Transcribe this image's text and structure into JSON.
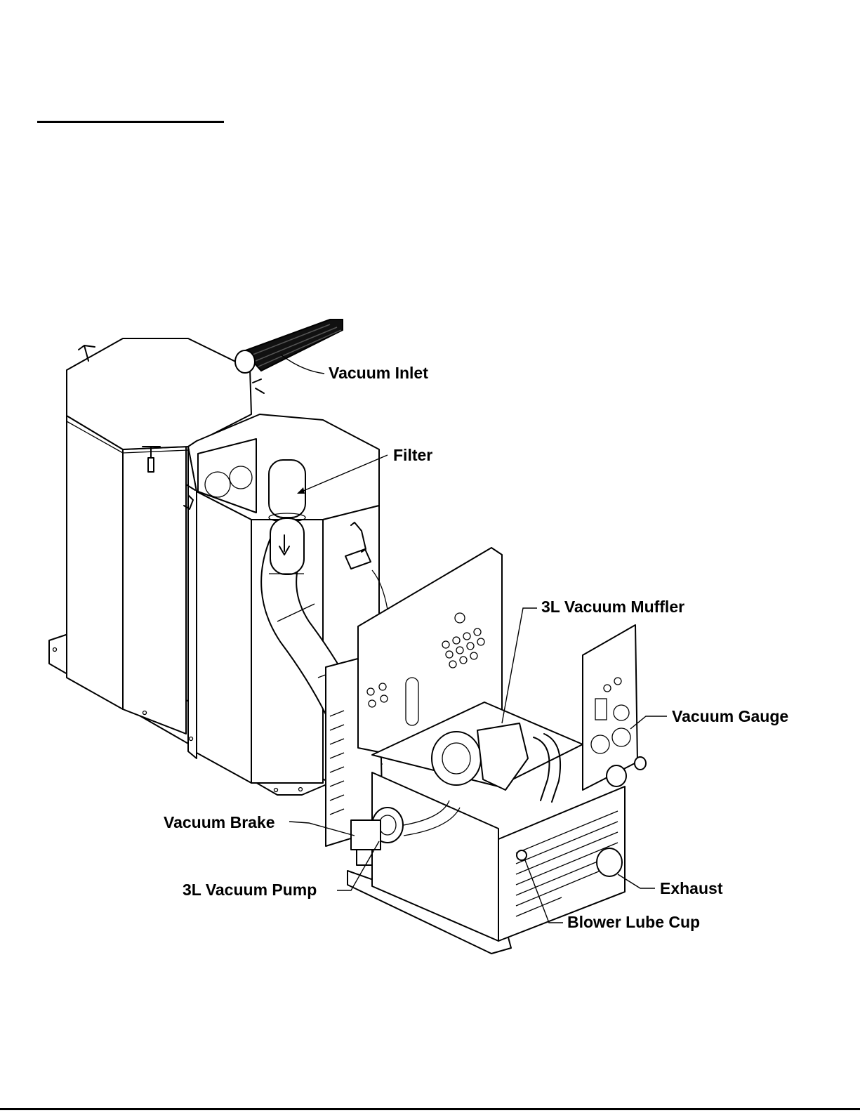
{
  "labels": {
    "vacuum_inlet": "Vacuum Inlet",
    "filter": "Filter",
    "muffler": "3L Vacuum Muffler",
    "vacuum_gauge": "Vacuum Gauge",
    "vacuum_brake": "Vacuum Brake",
    "vacuum_pump": "3L Vacuum Pump",
    "exhaust": "Exhaust",
    "blower_lube_cup": "Blower Lube Cup"
  },
  "colors": {
    "line": "#000000",
    "background": "#ffffff"
  }
}
